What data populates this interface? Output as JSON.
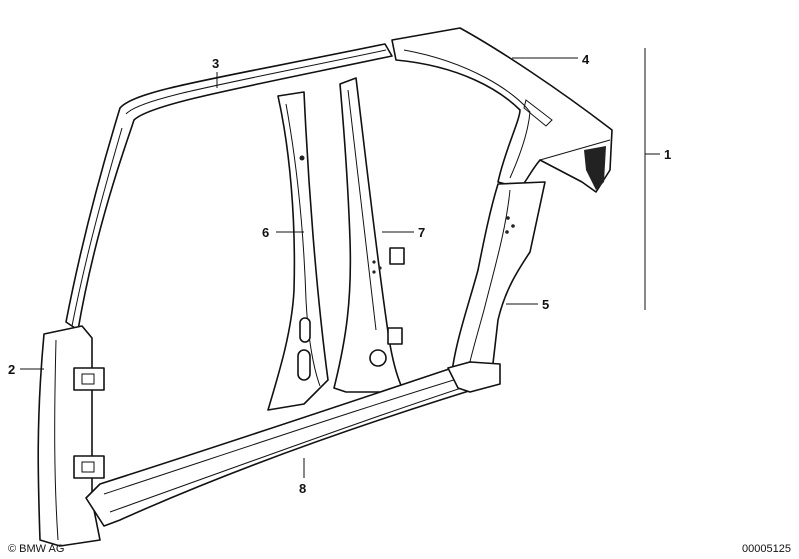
{
  "callouts": {
    "c1": "1",
    "c2": "2",
    "c3": "3",
    "c4": "4",
    "c5": "5",
    "c6": "6",
    "c7": "7",
    "c8": "8"
  },
  "footer": {
    "copyright": "© BMW AG",
    "diagram_id": "00005125"
  }
}
